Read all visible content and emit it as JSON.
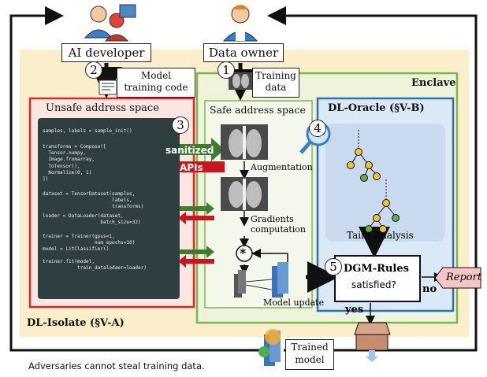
{
  "actors": {
    "ai_developer": "AI developer",
    "data_owner": "Data owner"
  },
  "steps": {
    "s1": "1",
    "s2": "2",
    "s3": "3",
    "s4": "4",
    "s5": "5"
  },
  "labels": {
    "model_training_code": "Model\ntraining code",
    "training_data": "Training\ndata",
    "unsafe_space": "Unsafe address space",
    "safe_space": "Safe address space",
    "enclave": "Enclave",
    "dl_oracle": "DL-Oracle (§V-B)",
    "dl_isolate": "DL-Isolate (§V-A)",
    "sanitized": "sanitized",
    "apis": "APIs",
    "augmentation": "Augmentation",
    "gradients": "Gradients\ncomputation",
    "model_update": "Model update",
    "taint_analysis": "Taint Analysis",
    "dgm_rules": "DGM-Rules",
    "satisfied": "satisfied?",
    "no": "no",
    "yes": "yes",
    "report": "Report",
    "trained_model": "Trained\nmodel",
    "asterisk": "*",
    "footer": "Adversaries cannot steal training data."
  },
  "code_lines": {
    "l1": "samples, labels = sample_init()",
    "l2": "transforms = Compose([\n  Tensor.numpy,\n  Image.fromarray,\n  ToTensor(),\n  Normalize(0, 1)\n])",
    "l3": "dataset = TensorDataset(samples,\n                        labels,\n                        transforms)",
    "l4": "loader = DataLoader(dataset,\n                    batch_size=32)",
    "l5": "trainer = Trainer(gpus=1,\n                  num_epochs=10)\nmodel = LitClassifier()",
    "l6": "trainer.fit(model,\n            train_datalodaer=loader)"
  },
  "colors": {
    "isolate_bg": "#fbeecb",
    "enclave_bg": "#eef4dc",
    "enclave_border": "#7fb352",
    "unsafe_border": "#d9272e",
    "oracle_border": "#2f6fb5",
    "oracle_bg": "#dbe8f5",
    "code_bg": "#2f3e40",
    "arrow_green": "#3e7d2d",
    "arrow_red": "#c9161d",
    "report_bg": "#f6c6c6"
  }
}
